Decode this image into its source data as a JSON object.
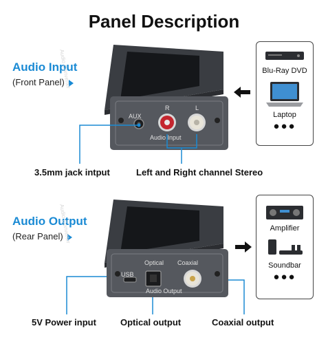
{
  "title": "Panel Description",
  "input_section": {
    "title": "Audio Input",
    "subtitle": "(Front Panel)",
    "panel_labels": {
      "aux": "AUX",
      "r": "R",
      "l": "L",
      "audio_input": "Audio Input"
    },
    "device_top_label": "Audio Converter",
    "devices": [
      "Blu-Ray DVD",
      "Laptop"
    ],
    "more": "●●●",
    "callouts": [
      "3.5mm jack intput",
      "Left and Right channel Stereo"
    ]
  },
  "output_section": {
    "title": "Audio Output",
    "subtitle": "(Rear Panel)",
    "panel_labels": {
      "usb": "USB",
      "optical": "Optical",
      "coaxial": "Coaxial",
      "audio_output": "Audio Output"
    },
    "device_top_label": "Audio Converter",
    "devices": [
      "Amplifier",
      "Soundbar"
    ],
    "more": "●●●",
    "callouts": [
      "5V Power input",
      "Optical output",
      "Coaxial output"
    ]
  },
  "colors": {
    "accent": "#1a8ad4",
    "device_body": "#4a4d52",
    "rca_red": "#c4262e",
    "rca_white": "#e8e4d8"
  }
}
